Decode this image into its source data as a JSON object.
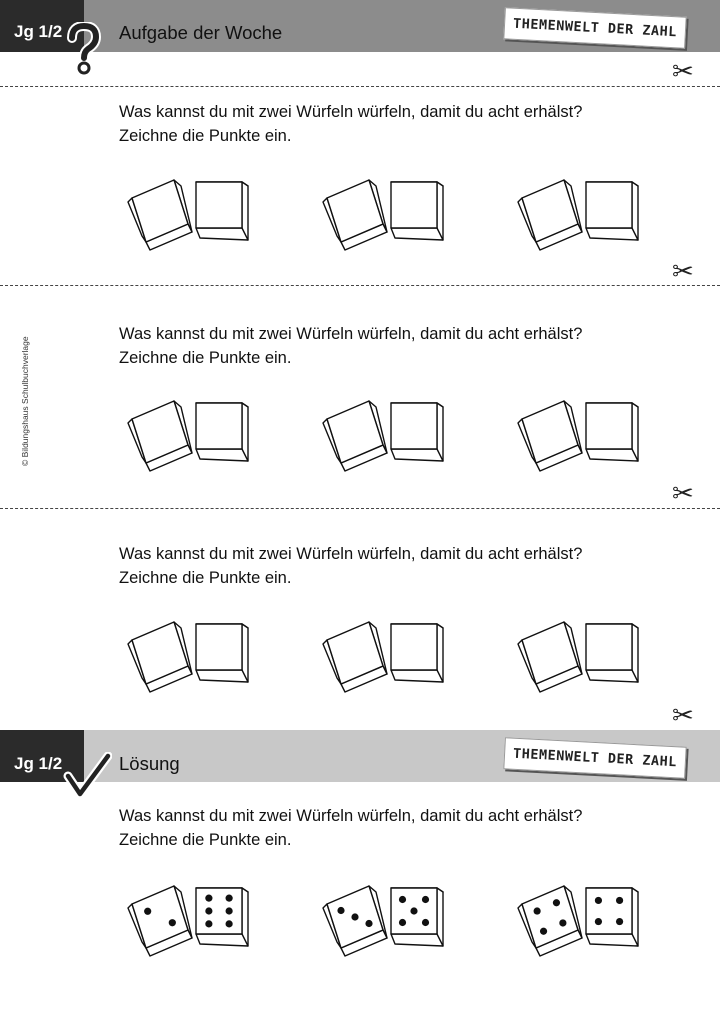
{
  "header": {
    "grade": "Jg 1/2",
    "title": "Aufgabe der Woche",
    "badge": "THEMENWELT DER ZAHL"
  },
  "tasks": [
    {
      "line1": "Was kannst du mit zwei Würfeln würfeln, damit du acht erhälst?",
      "line2": "Zeichne die Punkte ein."
    },
    {
      "line1": "Was kannst du mit zwei Würfeln würfeln, damit du acht erhälst?",
      "line2": "Zeichne die Punkte ein."
    },
    {
      "line1": "Was kannst du mit zwei Würfeln würfeln, damit du acht erhälst?",
      "line2": "Zeichne die Punkte ein."
    }
  ],
  "solution": {
    "grade": "Jg 1/2",
    "title": "Lösung",
    "badge": "THEMENWELT DER ZAHL",
    "line1": "Was kannst du mit zwei Würfeln würfeln, damit du acht erhälst?",
    "line2": "Zeichne die Punkte ein.",
    "pairs": [
      [
        2,
        6
      ],
      [
        3,
        5
      ],
      [
        4,
        4
      ]
    ]
  },
  "copyright": "© Bildungshaus Schulbuchverlage",
  "icons": {
    "question": "question-mark-icon",
    "check": "checkmark-icon",
    "scissors": "scissors-icon"
  }
}
